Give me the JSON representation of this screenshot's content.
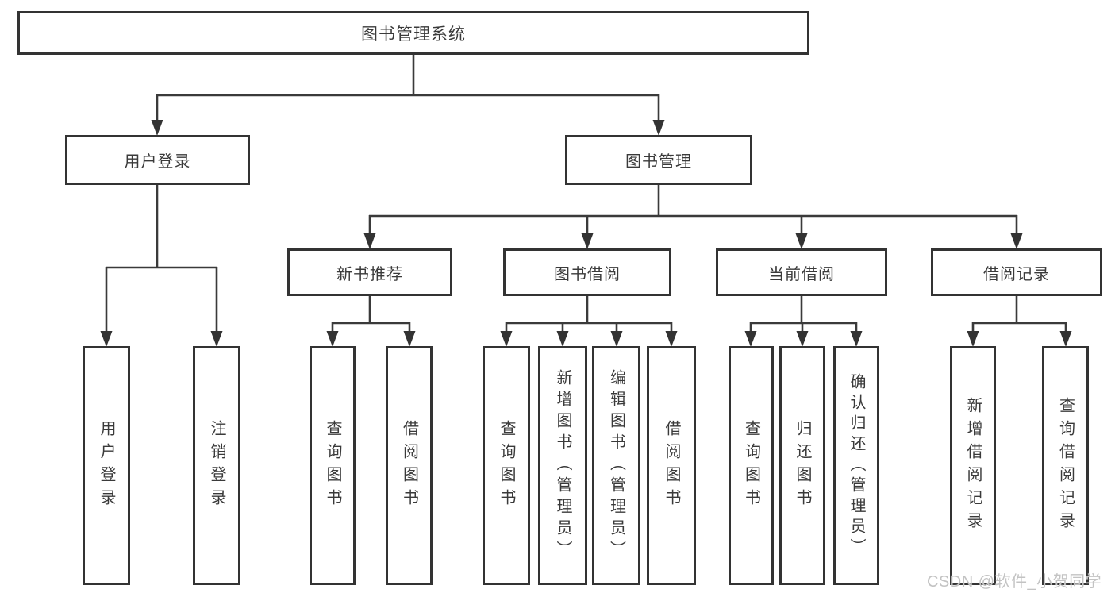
{
  "tree": {
    "root": "图书管理系统",
    "branches": [
      {
        "label": "用户登录",
        "children": [
          "用户登录",
          "注销登录"
        ]
      },
      {
        "label": "图书管理",
        "sections": [
          {
            "label": "新书推荐",
            "children": [
              "查询图书",
              "借阅图书"
            ]
          },
          {
            "label": "图书借阅",
            "children": [
              "查询图书",
              "新增图书（管理员）",
              "编辑图书（管理员）",
              "借阅图书"
            ]
          },
          {
            "label": "当前借阅",
            "children": [
              "查询图书",
              "归还图书",
              "确认归还（管理员）"
            ]
          },
          {
            "label": "借阅记录",
            "children": [
              "新增借阅记录",
              "查询借阅记录"
            ]
          }
        ]
      }
    ]
  },
  "watermark": {
    "text": "CSDN @软件_小贺同学"
  },
  "colors": {
    "box_border": "#333333",
    "connector_line": "#3a3a3a",
    "text": "#3a3a3a",
    "watermark_text": "#c3c3c3",
    "background": "#ffffff"
  }
}
